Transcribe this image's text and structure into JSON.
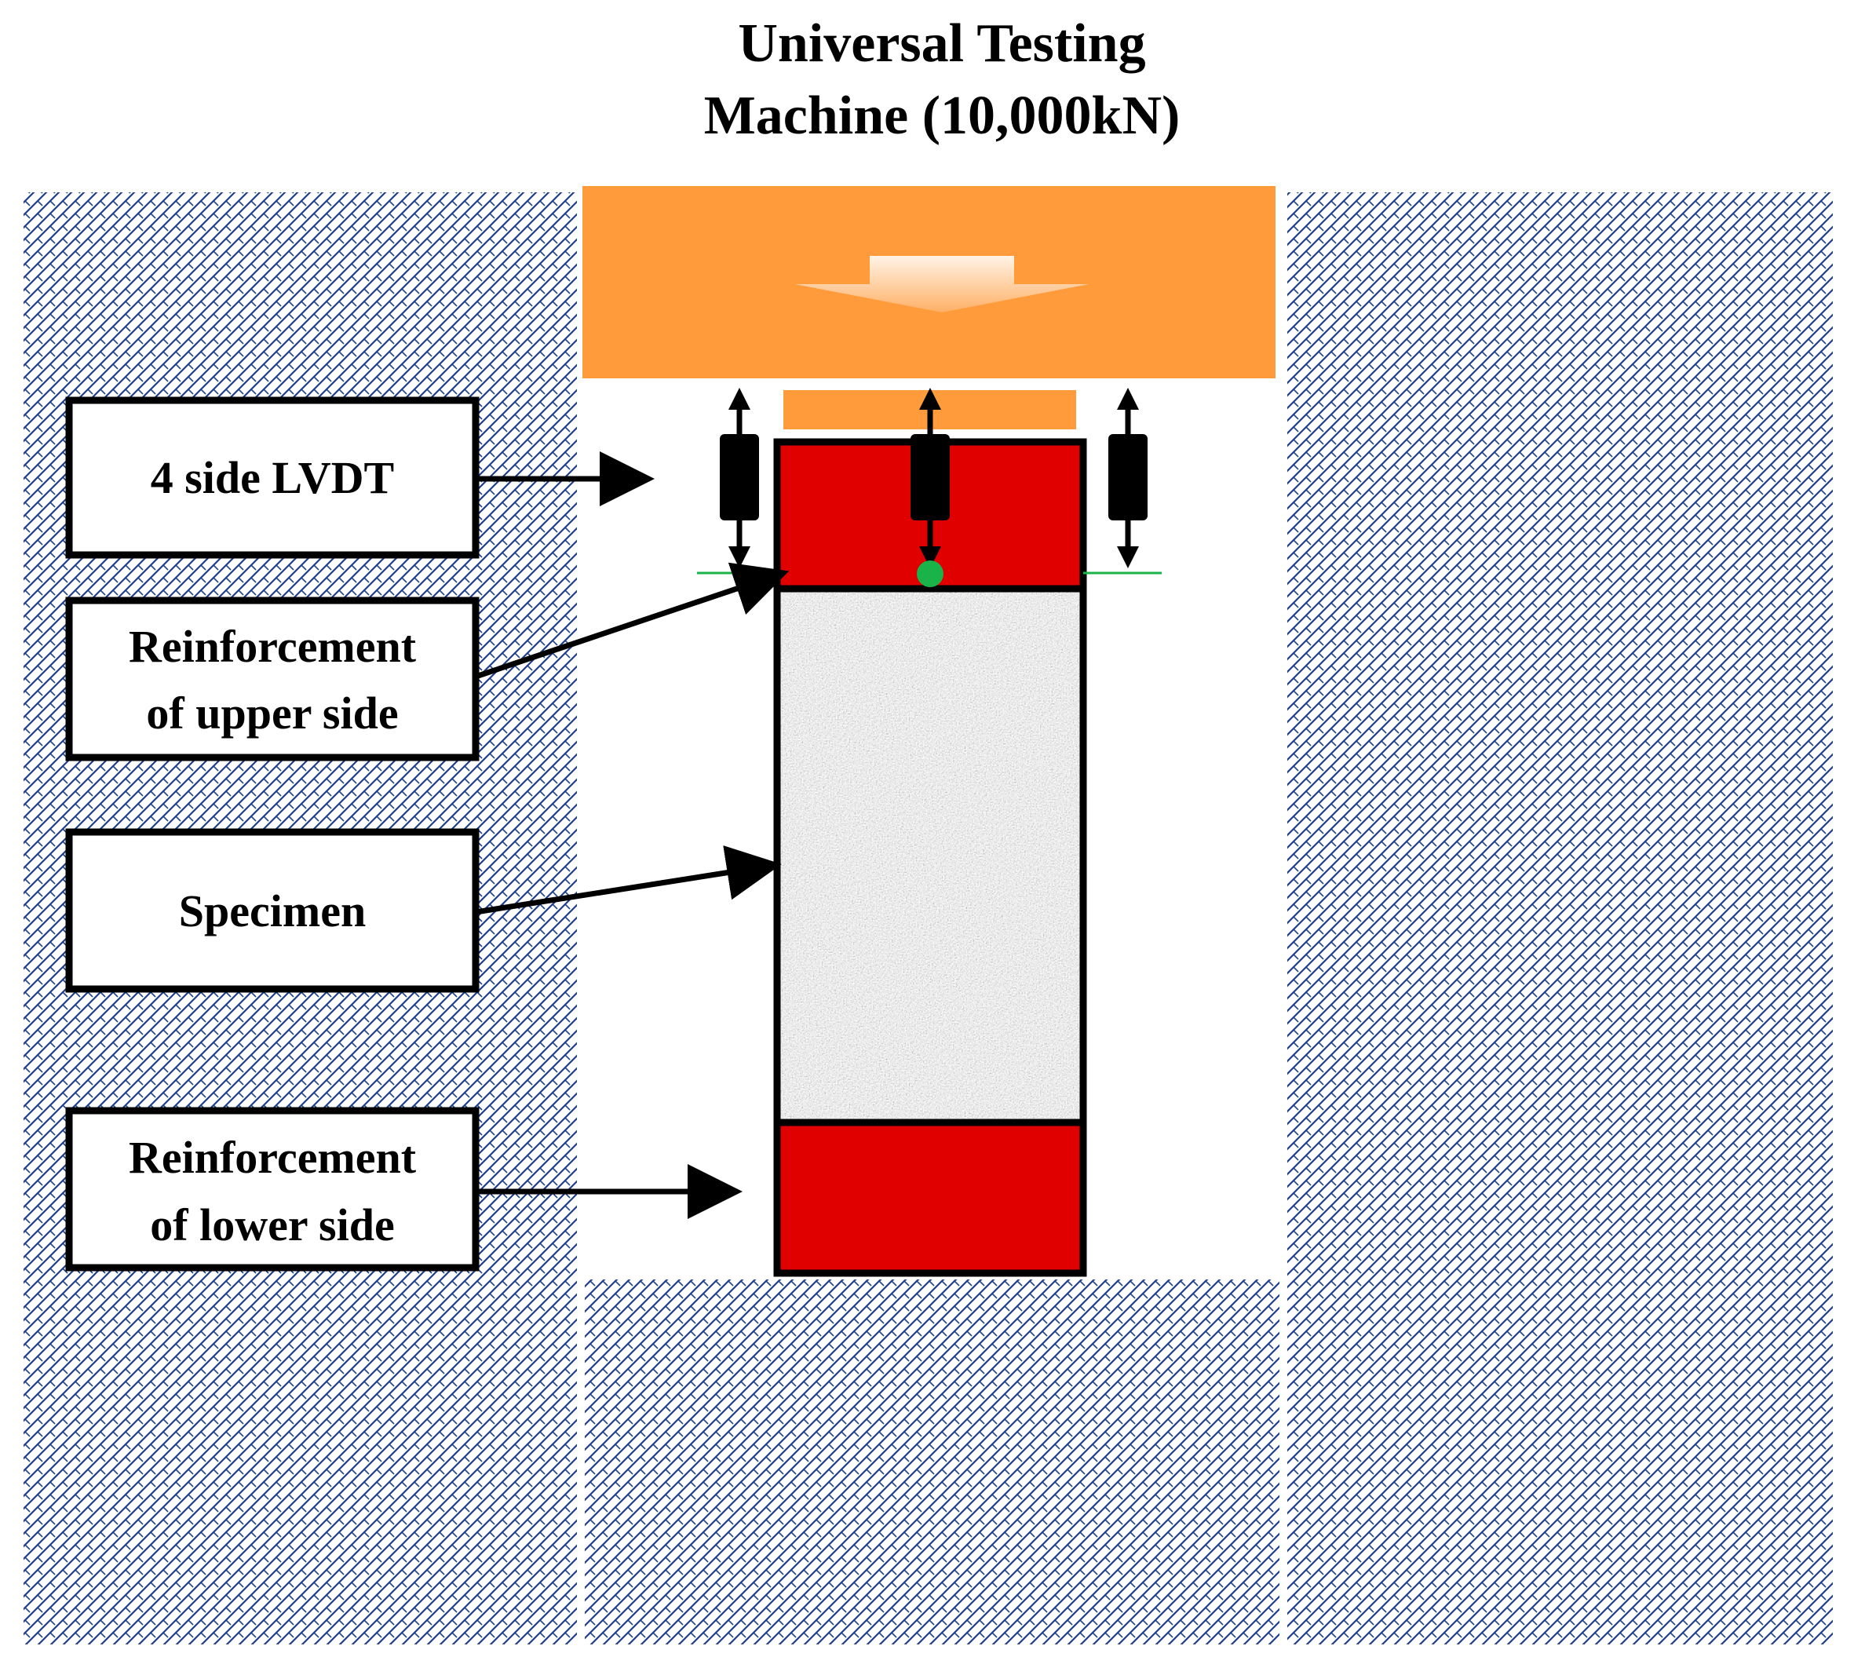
{
  "title": {
    "line1": "Universal Testing",
    "line2": "Machine (10,000kN)"
  },
  "labels": {
    "lvdt": "4 side LVDT",
    "upper_line1": "Reinforcement",
    "upper_line2": "of upper  side",
    "specimen": "Specimen",
    "lower_line1": "Reinforcement",
    "lower_line2": "of lower  side"
  },
  "colors": {
    "hatch": "#1f3f8c",
    "machine_head": "#ff9b3b",
    "reinforcement": "#e00000",
    "specimen": "#9a9a9a",
    "sensor_point": "#19b34a"
  }
}
